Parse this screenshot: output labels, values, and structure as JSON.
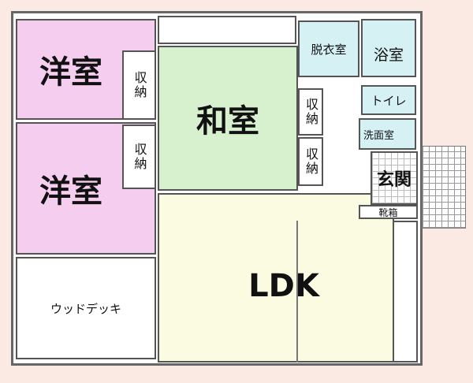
{
  "rooms": {
    "western1": "洋室",
    "western2": "洋室",
    "storage1": "収納",
    "storage2": "収納",
    "storage3": "収納",
    "storage4": "収納",
    "japanese": "和室",
    "dressing": "脱衣室",
    "bath": "浴室",
    "toilet": "トイレ",
    "washroom": "洗面室",
    "entrance": "玄関",
    "shoebox": "靴箱",
    "ldk": "LDK",
    "deck": "ウッドデッキ"
  },
  "colors": {
    "western": "#f5cdef",
    "japanese": "#d7f1cf",
    "ldk": "#fbfbe2",
    "water": "#d5f1f3",
    "background": "#fbe9e4"
  }
}
